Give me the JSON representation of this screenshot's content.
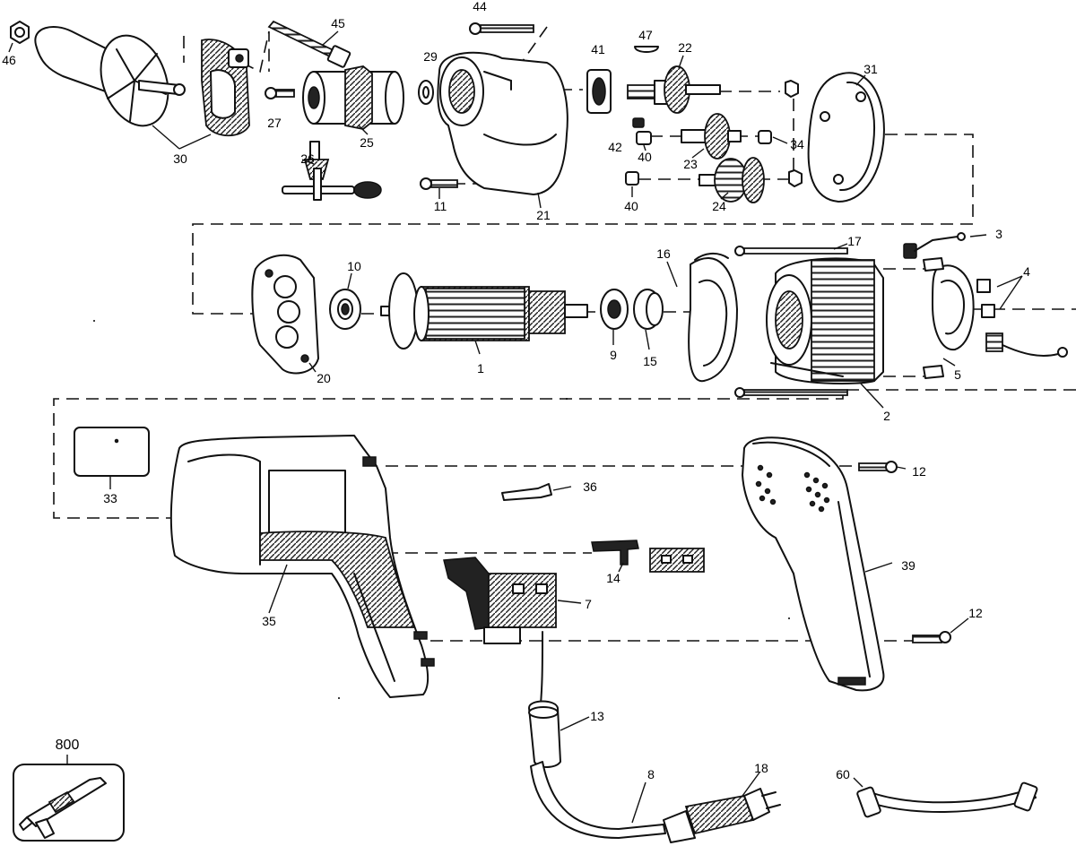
{
  "labels": {
    "p1": "1",
    "p2": "2",
    "p3": "3",
    "p4": "4",
    "p5": "5",
    "p7": "7",
    "p8": "8",
    "p9": "9",
    "p10": "10",
    "p11": "11",
    "p12a": "12",
    "p12b": "12",
    "p13": "13",
    "p14": "14",
    "p15": "15",
    "p16": "16",
    "p17": "17",
    "p18": "18",
    "p20": "20",
    "p21": "21",
    "p22": "22",
    "p23": "23",
    "p24": "24",
    "p25": "25",
    "p26": "26",
    "p27": "27",
    "p29": "29",
    "p30": "30",
    "p31": "31",
    "p33": "33",
    "p34": "34",
    "p35": "35",
    "p36": "36",
    "p39": "39",
    "p40a": "40",
    "p40b": "40",
    "p41": "41",
    "p42": "42",
    "p44": "44",
    "p45": "45",
    "p46": "46",
    "p47": "47",
    "p60": "60",
    "p800": "800"
  }
}
